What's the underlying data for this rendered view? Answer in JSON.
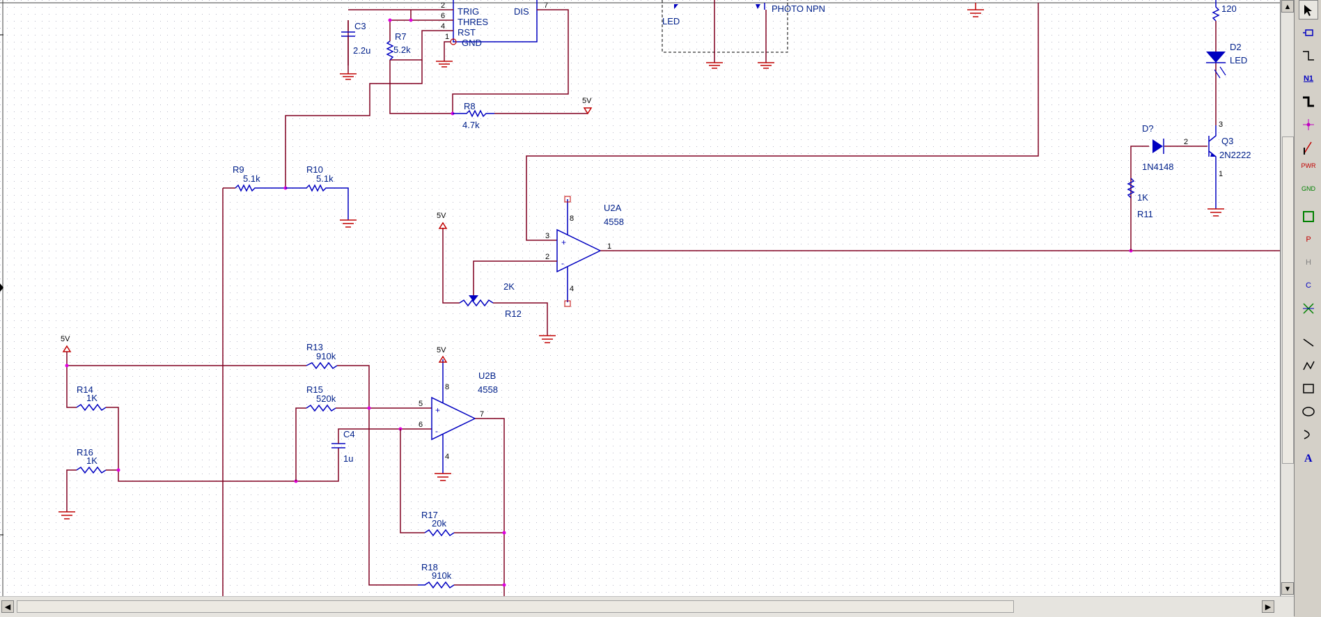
{
  "schematic": {
    "components": {
      "c3": {
        "ref": "C3",
        "value": "2.2u"
      },
      "r7": {
        "ref": "R7",
        "value": "5.2k"
      },
      "r8": {
        "ref": "R8",
        "value": "4.7k"
      },
      "r9": {
        "ref": "R9",
        "value": "5.1k"
      },
      "r10": {
        "ref": "R10",
        "value": "5.1k"
      },
      "r11": {
        "ref": "R11",
        "value": "1K"
      },
      "r12": {
        "ref": "R12",
        "value": "2K"
      },
      "r13": {
        "ref": "R13",
        "value": "910k"
      },
      "r14": {
        "ref": "R14",
        "value": "1K"
      },
      "r15": {
        "ref": "R15",
        "value": "520k"
      },
      "r16": {
        "ref": "R16",
        "value": "1K"
      },
      "r17": {
        "ref": "R17",
        "value": "20k"
      },
      "r18": {
        "ref": "R18",
        "value": "910k"
      },
      "c4": {
        "ref": "C4",
        "value": "1u"
      },
      "u2a": {
        "ref": "U2A",
        "value": "4558"
      },
      "u2b": {
        "ref": "U2B",
        "value": "4558"
      },
      "d2": {
        "ref": "D2",
        "value": "LED"
      },
      "dq": {
        "ref": "D?",
        "value": "1N4148"
      },
      "q3": {
        "ref": "Q3",
        "value": "2N2222"
      },
      "r_top": {
        "value": "120"
      },
      "led_top": {
        "value": "LED"
      },
      "photo": {
        "value": "PHOTO NPN"
      }
    },
    "timer_pins": {
      "trig": "TRIG",
      "thres": "THRES",
      "rst": "RST",
      "gnd": "GND",
      "dis": "DIS"
    },
    "pin_numbers": {
      "trig": "2",
      "thres": "6",
      "rst": "4",
      "gnd": "1",
      "dis": "7",
      "u2a_plus": "3",
      "u2a_minus": "2",
      "u2a_out": "1",
      "u2a_v8": "8",
      "u2a_v4": "4",
      "u2b_plus": "5",
      "u2b_minus": "6",
      "u2b_out": "7",
      "u2b_v8": "8",
      "u2b_v4": "4",
      "q3_c": "3",
      "q3_b": "2",
      "q3_e": "1"
    },
    "power_label": "5V"
  },
  "toolbar": {
    "tools": [
      "pointer-tool",
      "place-part-tool",
      "wire-tool",
      "net-alias-tool",
      "bus-tool",
      "junction-tool",
      "bus-entry-tool",
      "power-tool",
      "ground-tool",
      "hierarchical-block-tool",
      "port-tool",
      "off-page-connector-tool",
      "hierarchical-pin-tool",
      "no-connect-tool",
      "line-tool",
      "polyline-tool",
      "rectangle-tool",
      "ellipse-tool",
      "arc-tool",
      "text-tool"
    ],
    "labels": {
      "net_alias": "N1",
      "power": "PWR",
      "ground": "GND",
      "port": "P",
      "hier_pin": "H",
      "offpage": "C"
    }
  },
  "colors": {
    "wire": "#800020",
    "part": "#0000c0",
    "power": "#c00000",
    "junction": "#e000e0",
    "text": "#00208a"
  }
}
